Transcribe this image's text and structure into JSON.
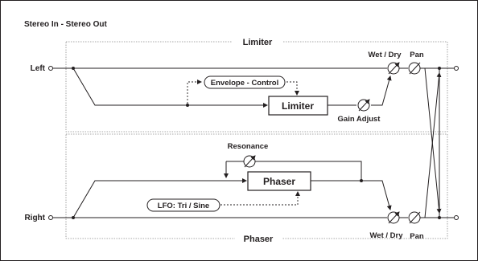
{
  "diagram": {
    "title": "Stereo In - Stereo Out",
    "inputs": {
      "left": "Left",
      "right": "Right"
    },
    "limiter_section": {
      "label": "Limiter",
      "sidechain": "Envelope - Control",
      "block": "Limiter",
      "gain": "Gain Adjust",
      "wet_dry": "Wet / Dry",
      "pan": "Pan"
    },
    "phaser_section": {
      "label": "Phaser",
      "block": "Phaser",
      "feedback": "Resonance",
      "modulation": "LFO: Tri / Sine",
      "wet_dry": "Wet / Dry",
      "pan": "Pan"
    }
  }
}
